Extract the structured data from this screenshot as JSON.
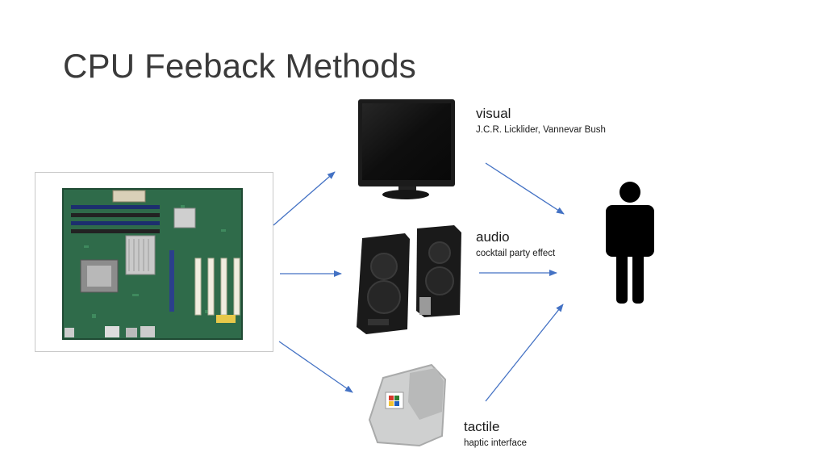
{
  "slide": {
    "title": "CPU Feeback Methods",
    "outputs": [
      {
        "heading": "visual",
        "detail": "J.C.R. Licklider, Vannevar Bush",
        "icon": "monitor-icon"
      },
      {
        "heading": "audio",
        "detail": "cocktail party effect",
        "icon": "speakers-icon"
      },
      {
        "heading": "tactile",
        "detail": "haptic interface",
        "icon": "rumble-pak-icon"
      }
    ],
    "source_icon": "motherboard-icon",
    "target_icon": "person-icon",
    "motherboard_caption": "",
    "arrow_color": "#4472c4"
  }
}
